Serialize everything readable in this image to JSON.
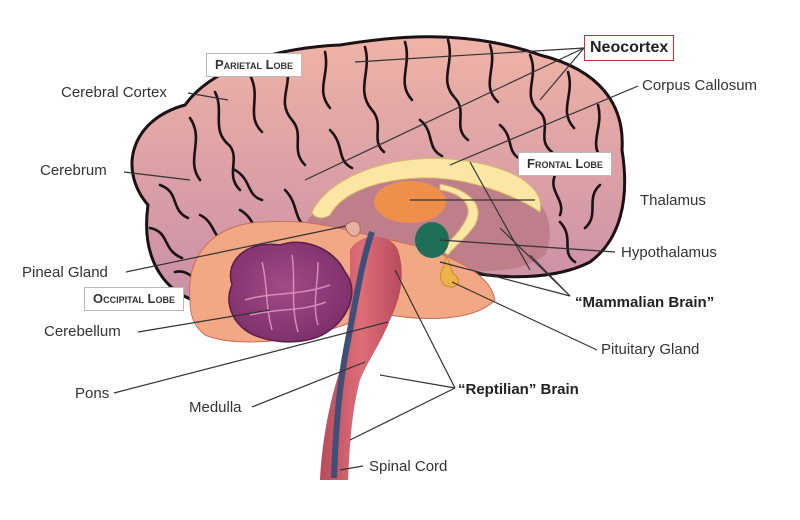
{
  "labels": {
    "neocortex": "Neocortex",
    "parietal_lobe": "Parietal Lobe",
    "cerebral_cortex": "Cerebral Cortex",
    "corpus_callosum": "Corpus Callosum",
    "cerebrum": "Cerebrum",
    "frontal_lobe": "Frontal Lobe",
    "thalamus": "Thalamus",
    "hypothalamus": "Hypothalamus",
    "pineal_gland": "Pineal Gland",
    "occipital_lobe": "Occipital Lobe",
    "mammalian_brain": "“Mammalian Brain”",
    "cerebellum": "Cerebellum",
    "pituitary_gland": "Pituitary Gland",
    "pons": "Pons",
    "reptilian_brain": "“Reptilian” Brain",
    "medulla": "Medulla",
    "spinal_cord": "Spinal Cord"
  },
  "colors": {
    "cortex_top": "#efb3a6",
    "cortex_bottom": "#c98fa6",
    "sulci": "#1c1216",
    "limbic_region": "#f2a884",
    "inner_region": "#bf7f8a",
    "corpus_callosum": "#fbe6a4",
    "thalamus": "#ef8f4c",
    "hypothalamus": "#1f6e58",
    "pituitary": "#efb24a",
    "cerebellum": "#8e3f7a",
    "brainstem": "#cf5868",
    "canal": "#3e4f78",
    "neocortex_box": "#c8323a"
  }
}
